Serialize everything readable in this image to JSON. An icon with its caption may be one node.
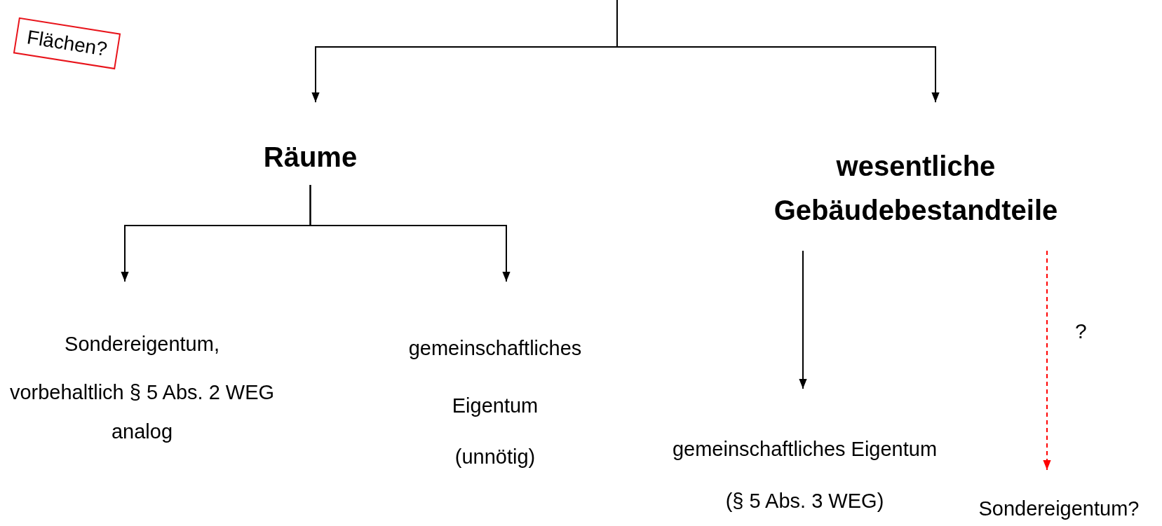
{
  "diagram": {
    "nodes": [
      {
        "text": [
          "Flächen?"
        ]
      },
      {
        "text": [
          "Räume"
        ]
      },
      {
        "text": [
          "wesentliche Gebäudebestandteile"
        ]
      },
      {
        "text": [
          "Sondereigentum,",
          "vorbehaltlich § 5 Abs. 2 WEG analog"
        ]
      },
      {
        "text": [
          "gemeinschaftliches",
          "Eigentum",
          "(unnötig)"
        ]
      },
      {
        "text": [
          "gemeinschaftliches Eigentum",
          "(§ 5 Abs. 3 WEG)"
        ]
      },
      {
        "text": [
          "Sondereigentum?"
        ]
      }
    ],
    "edges": [
      {
        "from": null,
        "to": 1,
        "arrow": "to"
      },
      {
        "from": null,
        "to": 2,
        "arrow": "to"
      },
      {
        "from": 1,
        "to": 3,
        "arrow": "to"
      },
      {
        "from": 1,
        "to": 4,
        "arrow": "to"
      },
      {
        "from": 2,
        "to": 5,
        "arrow": "to"
      },
      {
        "from": 2,
        "to": 6,
        "arrow": "to",
        "label": "?",
        "style": "dashed",
        "color": "#ff0000"
      }
    ]
  }
}
